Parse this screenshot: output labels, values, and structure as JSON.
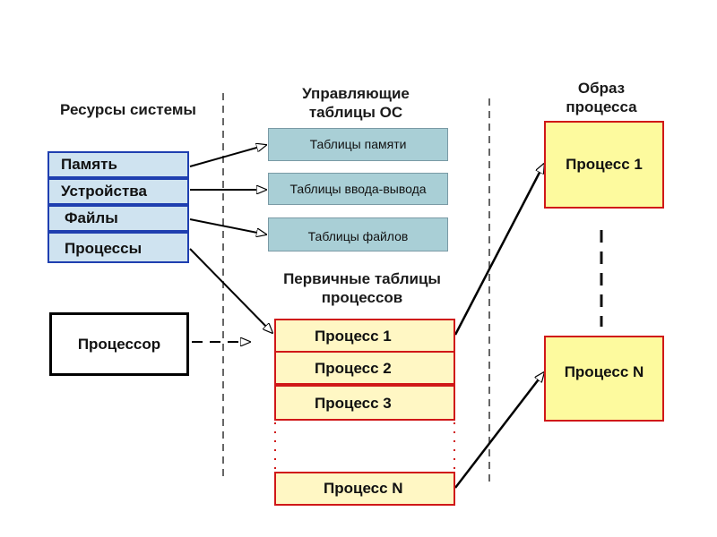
{
  "headings": {
    "resources": "Ресурсы системы",
    "control_tables": "Управляющие таблицы ОС",
    "primary_tables": "Первичные таблицы процессов",
    "process_image": "Образ процесса"
  },
  "resources": [
    "Память",
    "Устройства",
    "Файлы",
    "Процессы"
  ],
  "control_tables": [
    "Таблицы памяти",
    "Таблицы ввода-вывода",
    "Таблицы файлов"
  ],
  "processor": "Процессор",
  "process_table": [
    "Процесс 1",
    "Процесс 2",
    "Процесс 3",
    "Процесс N"
  ],
  "process_images": [
    "Процесс 1",
    "Процесс N"
  ],
  "colors": {
    "resource_fill": "#cfe3f0",
    "resource_border": "#1f3fb0",
    "table_fill": "#a9cfd6",
    "process_row_fill": "#fff7c4",
    "process_image_fill": "#fdfa9e",
    "process_border": "#d01818"
  }
}
